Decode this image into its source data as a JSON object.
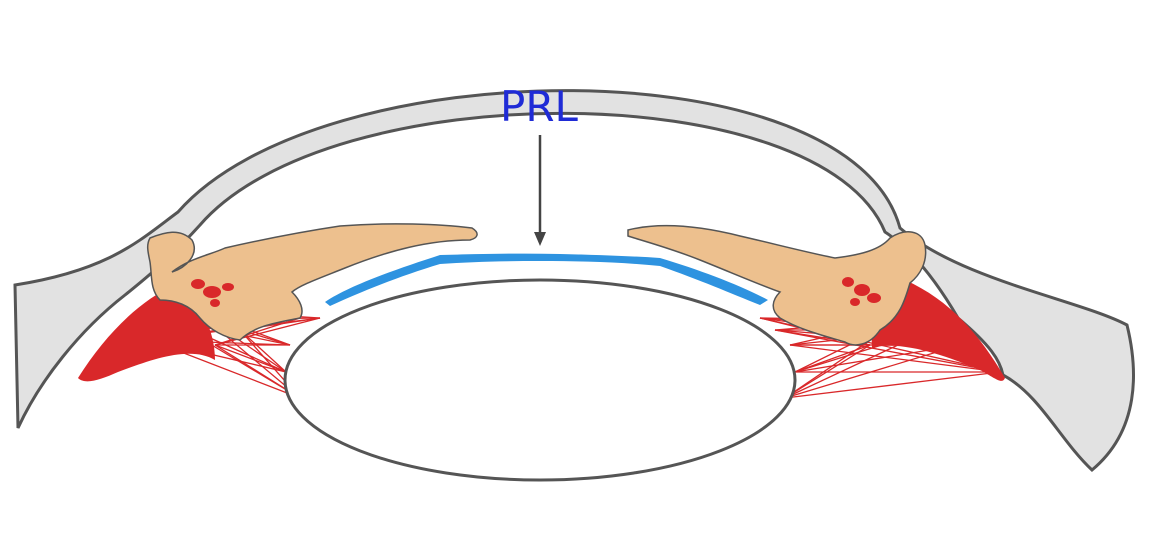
{
  "diagram": {
    "label": "PRL",
    "colors": {
      "label": "#1f2bd6",
      "prl_lens": "#2e93e0",
      "cornea_sclera_fill": "#e2e2e2",
      "outline": "#555555",
      "iris": "#edc08e",
      "pigment": "#d9282a",
      "zonules": "#d9282a",
      "pointer": "#444444"
    },
    "icons": [
      "eye-cross-section",
      "arrow-pointer"
    ]
  }
}
